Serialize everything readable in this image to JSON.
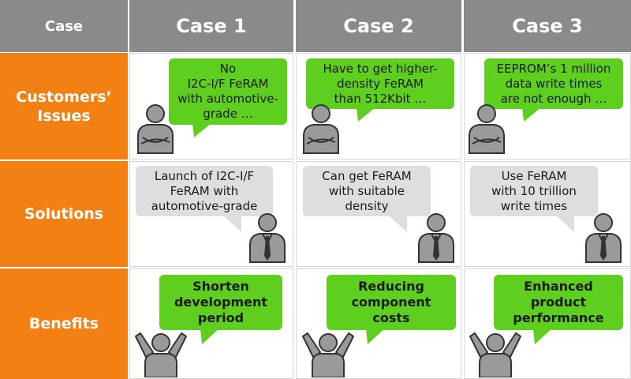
{
  "header": {
    "corner_label": "Case",
    "cases": [
      "Case 1",
      "Case 2",
      "Case 3"
    ]
  },
  "rows": [
    {
      "label": "Customers’\nIssues",
      "bubbles": [
        "No\nI2C-I/F FeRAM\nwith automotive-\ngrade …",
        "Have to get higher-\ndensity FeRAM\nthan 512Kbit …",
        "EEPROM’s 1 million\ndata write times\nare not enough …"
      ]
    },
    {
      "label": "Solutions",
      "bubbles": [
        "Launch of I2C-I/F\nFeRAM with\nautomotive-grade",
        "Can get FeRAM\nwith suitable\ndensity",
        "Use FeRAM\nwith 10 trillion\nwrite times"
      ]
    },
    {
      "label": "Benefits",
      "bubbles": [
        "Shorten\ndevelopment\nperiod",
        "Reducing\ncomponent\ncosts",
        "Enhanced\nproduct\nperformance"
      ]
    }
  ],
  "colors": {
    "header_bg": "#8a8a8a",
    "row_label_bg": "#f28012",
    "bubble_green": "#5fcf1f",
    "bubble_gray": "#dedede",
    "person_gray": "#9a9a9a",
    "person_outline": "#333333"
  },
  "icons": {
    "customer": "customer-arms-crossed-icon",
    "supplier": "supplier-with-tie-icon",
    "benefit": "person-arms-raised-icon"
  }
}
